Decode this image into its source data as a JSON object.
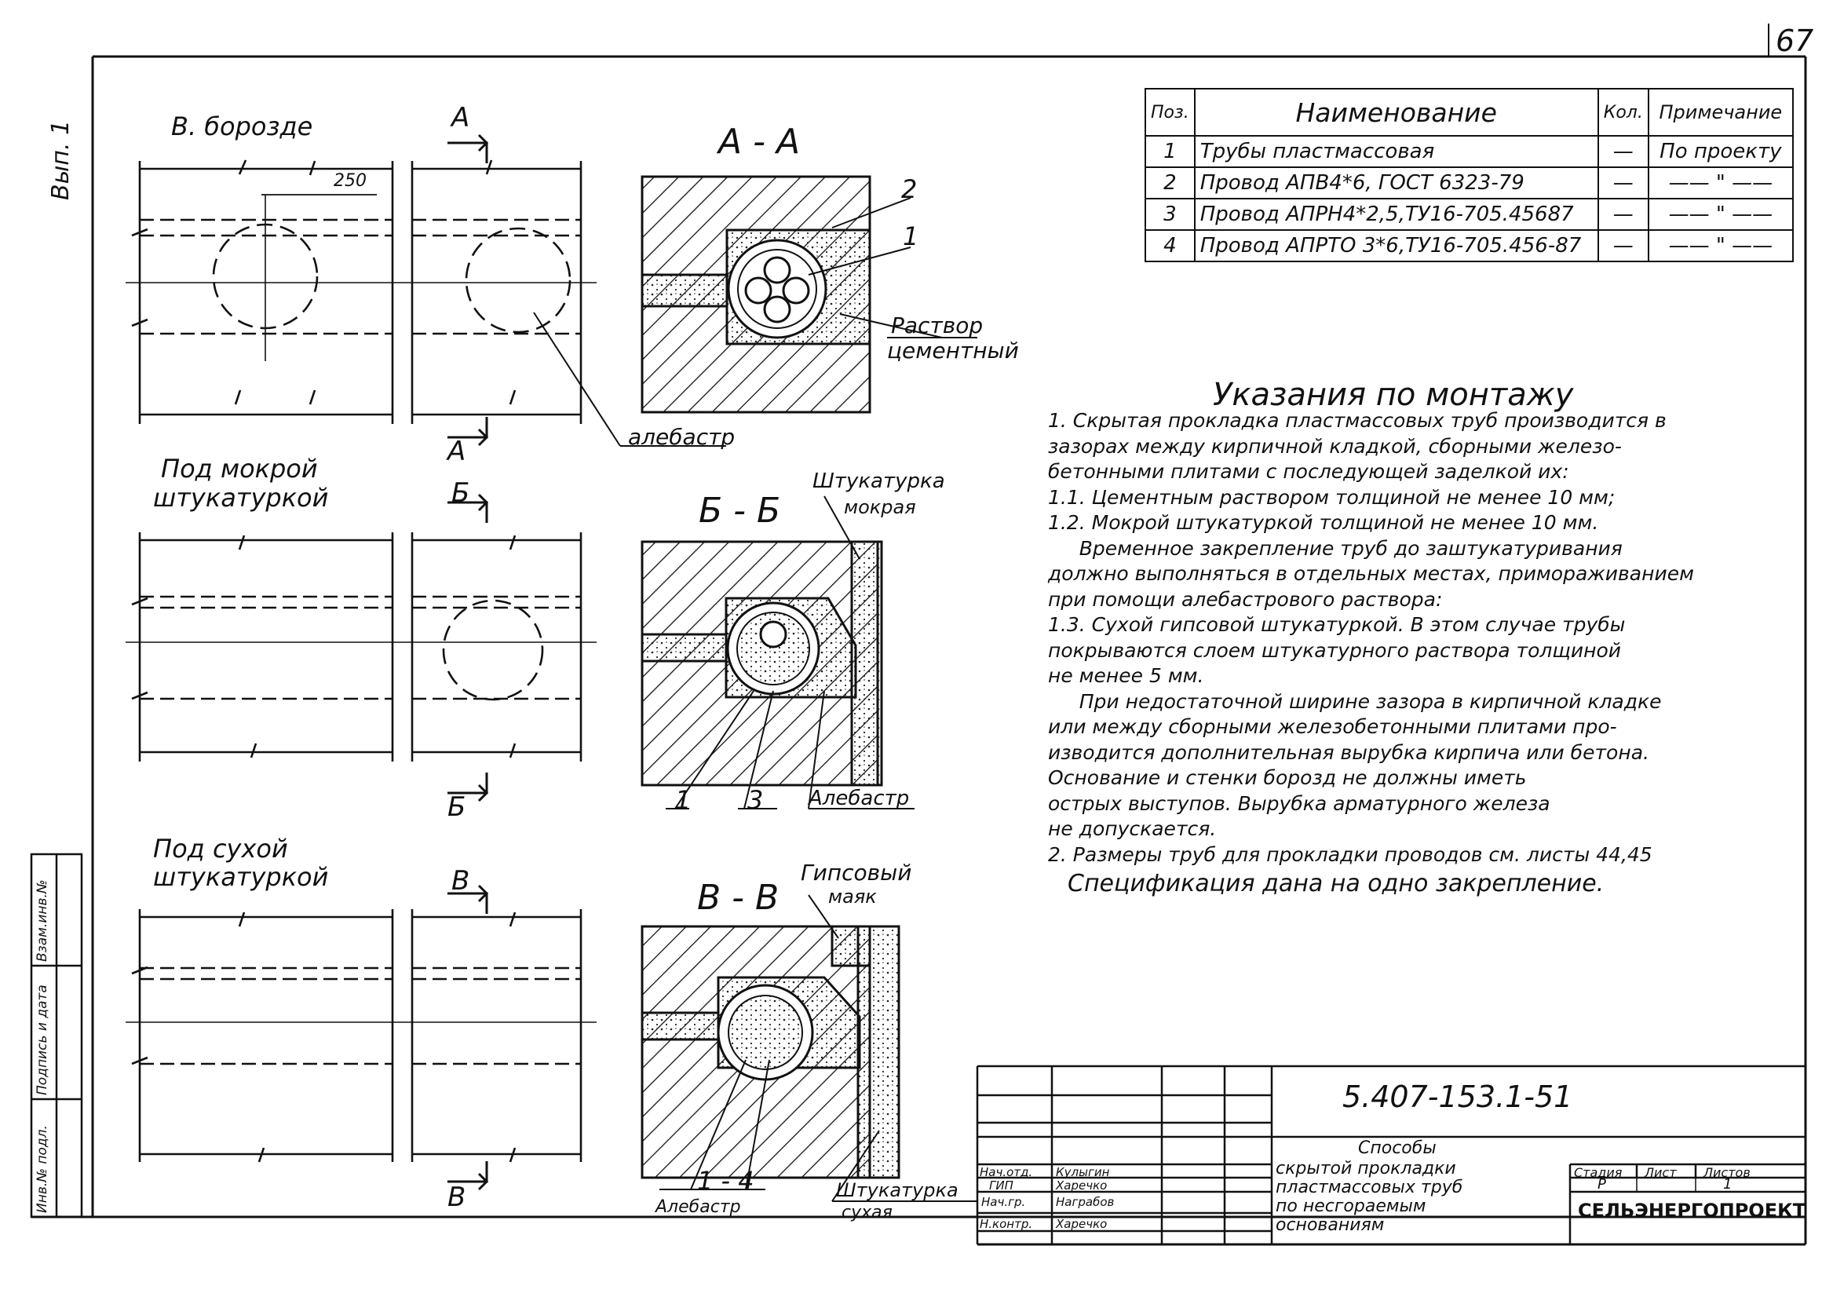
{
  "sheet_number": "67",
  "side_label_top": "Вып. 1",
  "side_stamp": [
    "Инв.№ подл.",
    "Подпись и дата",
    "Взам.инв.№"
  ],
  "sections": {
    "row1": {
      "title": "В. борозде",
      "dimension": "250",
      "cut_mark": "А",
      "section_title": "А - А",
      "callouts": [
        "2",
        "1"
      ],
      "label_mortar": [
        "Раствор",
        "цементный"
      ],
      "label_alabaster": "алебастр"
    },
    "row2": {
      "title": [
        "Под мокрой",
        "штукатуркой"
      ],
      "cut_mark": "Б",
      "section_title": "Б - Б",
      "label_plaster": [
        "Штукатурка",
        "мокрая"
      ],
      "callouts": [
        "1",
        "3"
      ],
      "label_alabaster": "Алебастр"
    },
    "row3": {
      "title": [
        "Под сухой",
        "штукатуркой"
      ],
      "cut_mark": "В",
      "section_title": "В - В",
      "label_beacon": [
        "Гипсовый",
        "маяк"
      ],
      "label_plaster": [
        "Штукатурка",
        "сухая"
      ],
      "callouts": "1 - 4",
      "label_alabaster": "Алебастр"
    }
  },
  "spec_table": {
    "headers": [
      "Поз.",
      "Наименование",
      "Кол.",
      "Примечание"
    ],
    "rows": [
      {
        "pos": "1",
        "name": "Трубы пластмассовая",
        "qty": "—",
        "note": "По проекту"
      },
      {
        "pos": "2",
        "name": "Провод АПВ4*6, ГОСТ 6323-79",
        "qty": "—",
        "note": "—— \" ——"
      },
      {
        "pos": "3",
        "name": "Провод АПРН4*2,5,ТУ16-705.45687",
        "qty": "—",
        "note": "—— \" ——"
      },
      {
        "pos": "4",
        "name": "Провод АПРТО 3*6,ТУ16-705.456-87",
        "qty": "—",
        "note": "—— \" ——"
      }
    ]
  },
  "instructions": {
    "title": "Указания по монтажу",
    "lines": [
      "1. Скрытая прокладка пластмассовых труб производится в",
      "зазорах между кирпичной кладкой, сборными железо-",
      "бетонными плитами с последующей заделкой их:",
      "1.1. Цементным раствором толщиной не менее 10 мм;",
      "1.2. Мокрой штукатуркой толщиной не менее 10 мм.",
      "     Временное закрепление труб до заштукатуривания",
      "должно выполняться в отдельных местах, примораживанием",
      "при помощи алебастрового раствора:",
      "1.3. Сухой гипсовой штукатуркой. В этом случае трубы",
      "покрываются слоем штукатурного раствора толщиной",
      "не менее 5 мм.",
      "     При недостаточной ширине зазора в кирпичной кладке",
      "или между сборными железобетонными плитами про-",
      "изводится дополнительная вырубка кирпича или бетона.",
      "Основание и стенки борозд не должны иметь",
      "острых выступов. Вырубка арматурного железа",
      "не допускается.",
      "2. Размеры труб для прокладки проводов см. листы 44,45"
    ],
    "spec_note": "Спецификация дана на одно закрепление."
  },
  "title_block": {
    "doc_code": "5.407-153.1-51",
    "title_lines": [
      "Способы",
      "скрытой прокладки",
      "пластмассовых труб",
      "по несгораемым",
      "основаниям"
    ],
    "stage_header": "Стадия",
    "sheet_header": "Лист",
    "sheets_header": "Листов",
    "stage": "Р",
    "sheet": "1",
    "organization": "СЕЛЬЭНЕРГОПРОЕКТ",
    "signatures": [
      {
        "role": "Нач.отд.",
        "name": "Кулыгин"
      },
      {
        "role": "ГИП",
        "name": "Харечко"
      },
      {
        "role": "Нач.гр.",
        "name": "Награбов"
      },
      {
        "role": "Н.контр.",
        "name": "Харечко"
      }
    ]
  }
}
